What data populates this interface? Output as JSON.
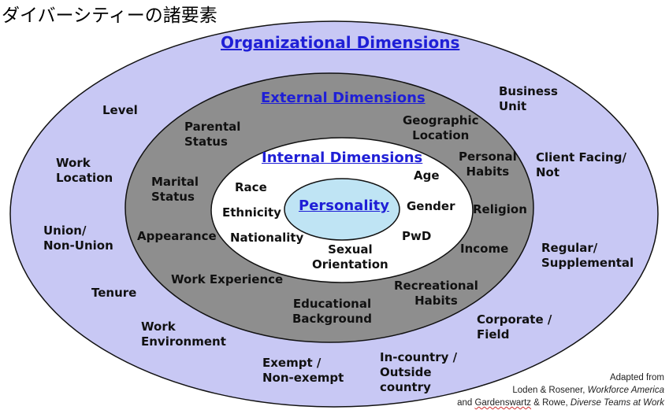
{
  "title": "ダイバーシティーの諸要素",
  "headers": {
    "organizational": "Organizational Dimensions",
    "external": "External Dimensions",
    "internal": "Internal Dimensions",
    "personality": "Personality"
  },
  "organizational_items": {
    "level": "Level",
    "business_unit": "Business\nUnit",
    "work_location": "Work\nLocation",
    "client_facing": "Client Facing/\nNot",
    "union": "Union/\nNon-Union",
    "regular": "Regular/\nSupplemental",
    "tenure": "Tenure",
    "corporate": "Corporate /\nField",
    "work_environment": "Work\nEnvironment",
    "exempt": "Exempt /\nNon-exempt",
    "in_country": "In-country /\nOutside\ncountry"
  },
  "external_items": {
    "parental": "Parental\nStatus",
    "geographic": "Geographic\nLocation",
    "marital": "Marital\nStatus",
    "personal_habits": "Personal\nHabits",
    "religion": "Religion",
    "appearance": "Appearance",
    "income": "Income",
    "work_experience": "Work Experience",
    "recreational": "Recreational\nHabits",
    "educational": "Educational\nBackground"
  },
  "internal_items": {
    "race": "Race",
    "age": "Age",
    "ethnicity": "Ethnicity",
    "gender": "Gender",
    "nationality": "Nationality",
    "pwd": "PwD",
    "sexual_orientation": "Sexual\nOrientation"
  },
  "citation": {
    "line1": "Adapted from",
    "line2_authors": "Loden & Rosener, ",
    "line2_book": "Workforce America",
    "line3_and": "and ",
    "line3_authors_a": "Gardenswartz",
    "line3_authors_b": " & Rowe, ",
    "line3_book": "Diverse Teams at Work"
  },
  "colors": {
    "outer_fill": "#c8c8f4",
    "external_fill": "#8e8e8e",
    "internal_fill": "#ffffff",
    "personality_fill": "#bfe4f4",
    "header_text": "#1f1fd6"
  }
}
